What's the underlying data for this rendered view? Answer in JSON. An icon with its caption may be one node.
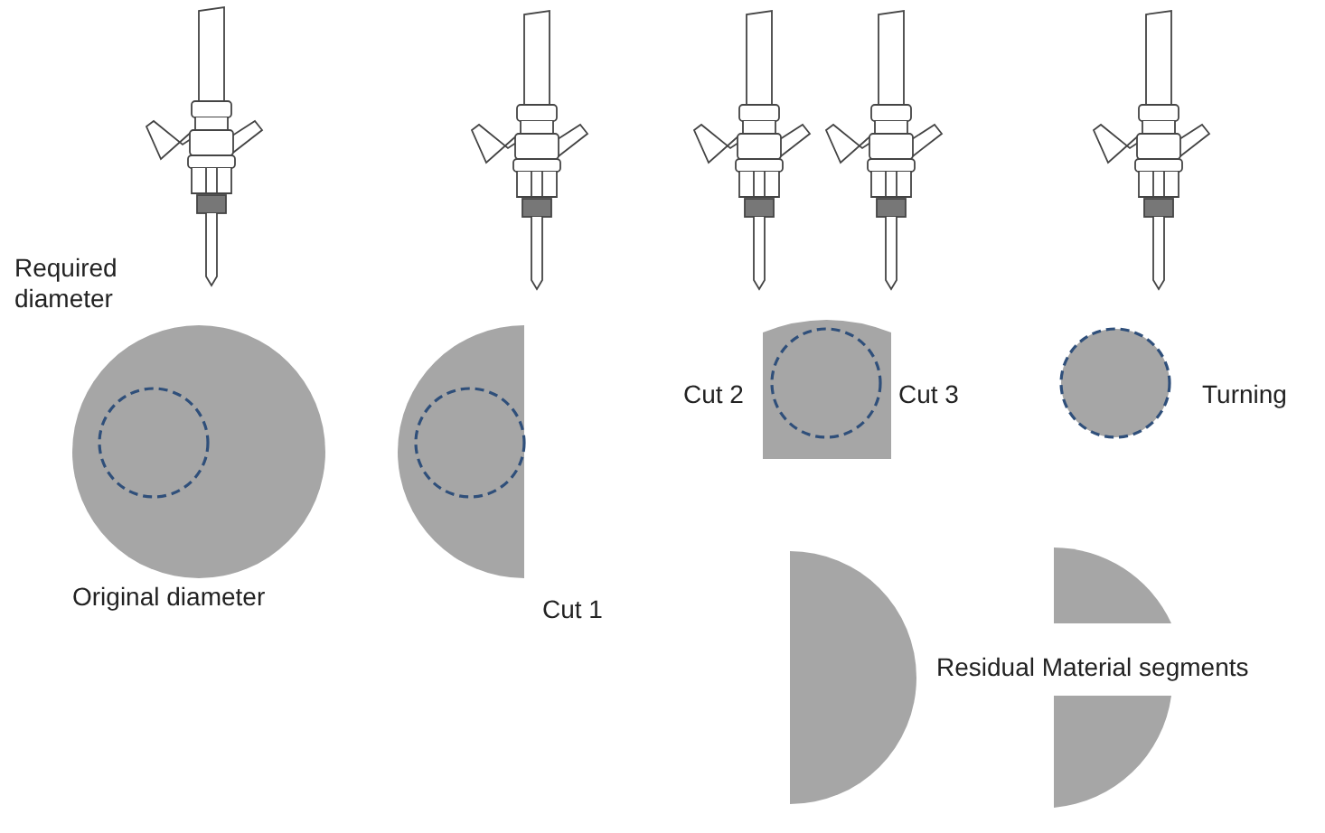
{
  "diagram": {
    "labels": [
      "Required diameter",
      "Original diameter",
      "Cut 1",
      "Cut 2",
      "Cut 3",
      "Turning",
      "Residual Material segments"
    ]
  }
}
